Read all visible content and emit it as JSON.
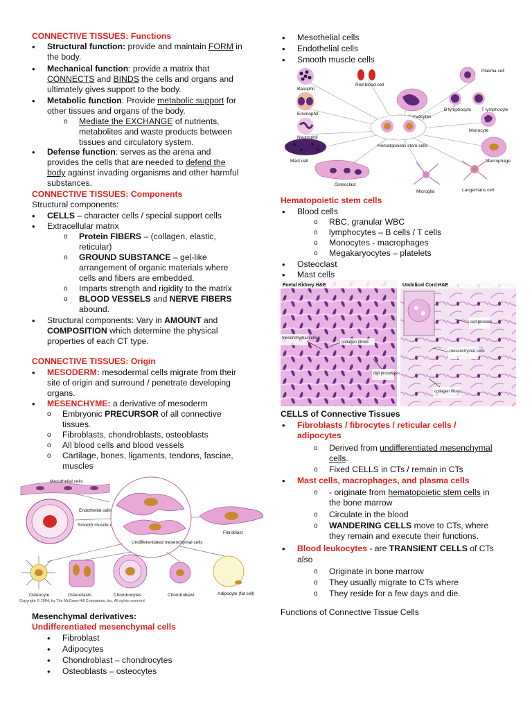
{
  "left": {
    "functions_heading": "CONNECTIVE TISSUES: Functions",
    "f1_term": "Structural function:",
    "f1_a": "provide and maintain",
    "f1_u": "FORM",
    "f1_b": "in",
    "f1_c": "the body.",
    "f2_term": "Mechanical function",
    "f2_a": ": provide a matrix that",
    "f2_u1": "CONNECTS",
    "f2_and": "and",
    "f2_u2": "BINDS",
    "f2_b": "the cells and organs and",
    "f2_c": "ultimately gives support to the body.",
    "f3_term": "Metabolic function",
    "f3_a": ": Provide",
    "f3_u": "metabolic support",
    "f3_b": "for",
    "f3_c": "other tissues and organs of the body.",
    "f3_sub_u1": "Mediate the",
    "f3_sub_u2": "EXCHANGE",
    "f3_sub_a": "of nutrients,",
    "f3_sub_b": "metabolites and waste products between",
    "f3_sub_c": "tissues and circulatory system.",
    "f4_term": "Defense function",
    "f4_a": ": serves as the arena and",
    "f4_b": "provides the cells that are needed to",
    "f4_u1": "defend the",
    "f4_u2": "body",
    "f4_c": "against invading organisms and other harmful",
    "f4_d": "substances.",
    "components_heading": "CONNECTIVE TISSUES: Components",
    "structural_components": "Structural components:",
    "cells_term": "CELLS",
    "cells_rest": "– character cells / special support cells",
    "ecm": "Extracellular matrix",
    "pf_term": "Protein FIBERS",
    "pf_rest": "– (collagen, elastic,",
    "pf_rest2": "reticular)",
    "gs_term": "GROUND SUBSTANCE",
    "gs_rest": "– gel-like",
    "gs_rest2": "arrangement of organic materials where",
    "gs_rest3": "cells and fibers are embedded.",
    "imparts": "Imparts strength and rigidity to the matrix",
    "bv_term": "BLOOD VESSELS",
    "bv_and": "and",
    "nf_term": "NERVE FIBERS",
    "bv_rest": "abound.",
    "sc_a": "Structural components: Vary in",
    "sc_amount": "AMOUNT",
    "sc_and": "and",
    "sc_comp": "COMPOSITION",
    "sc_b": "which determine the physical",
    "sc_c": "properties of each CT type.",
    "origin_heading": "CONNECTIVE TISSUES: Origin",
    "meso_term": "MESODERM:",
    "meso_a": "mesodermal cells migrate from their",
    "meso_b": "site of origin and surround / penetrate developing",
    "meso_c": "organs.",
    "mesen_term": "MESENCHYME:",
    "mesen_a": "a derivative of mesoderm",
    "emb_a": "Embryonic",
    "emb_term": "PRECURSOR",
    "emb_b": "of all connective",
    "emb_c": "tissues.",
    "fcob": "Fibroblasts, chondroblasts, osteoblasts",
    "abc": "All blood cells and blood vessels",
    "cart_a": "Cartilage, bones, ligaments, tendons, fasciae,",
    "cart_b": "muscles",
    "mesen_derivatives": "Mesenchymal derivatives:",
    "undiff_heading": "Undifferentiated mesenchymal cells",
    "derivs": [
      "Fibroblast",
      "Adipocytes",
      "Chondroblast – chondrocytes",
      "Osteoblasts – osteocytes"
    ]
  },
  "figure1": {
    "labels": {
      "mesothelial": "Mesothelial cells",
      "endothelial": "Endothelial cells",
      "smooth": "Smooth muscle cells",
      "undiff": "Undifferentiated mesenchymal cells",
      "fibroblast": "Fibroblast",
      "osteocyte": "Osteocyte",
      "osteoclasts": "Osteoclasts",
      "chondrocytes": "Chondrocytes",
      "chondroblast": "Chondroblast",
      "adipocyte": "Adipocyte (fat cell)",
      "copyright": "Copyright © 2004, by The McGraw-Hill Companies, Inc. All rights reserved."
    }
  },
  "right": {
    "top_bullets": [
      "Mesothelial cells",
      "Endothelial cells",
      "Smooth muscle cells"
    ],
    "hsc_heading": "Hematopoietic stem cells",
    "blood_cells": "Blood cells",
    "blood_sub": [
      "RBC, granular WBC",
      "lymphocytes – B cells / T cells",
      "Monocytes - macrophages",
      "Megakaryocytes – platelets"
    ],
    "osteoclast": "Osteoclast",
    "mast_cells": "Mast cells",
    "cells_ct_heading": "CELLS of Connective Tissues",
    "fib_heading_a": "Fibroblasts / fibrocytes / reticular cells /",
    "fib_heading_b": "adipocytes",
    "derived_a": "Derived from",
    "derived_u": "undifferentiated mesenchymal",
    "derived_u2": "cells",
    "fixed": "Fixed CELLS in CTs / remain in CTs",
    "mast_heading": "Mast cells, macrophages, and plasma cells",
    "orig_a": "- originate from",
    "orig_u": "hematopoietic stem cells",
    "orig_b": "in",
    "orig_c": "the bone marrow",
    "circ": "Circulate in the blood",
    "wander_term": "WANDERING CELLS",
    "wander_a": "move to CTs, where",
    "wander_b": "they remain and execute their functions.",
    "leuko_term": "Blood leukocytes",
    "leuko_a": "- are",
    "leuko_trans": "TRANSIENT CELLS",
    "leuko_b": "of CTs",
    "leuko_c": "also",
    "leuko_sub": [
      "Originate in bone marrow",
      "They usually migrate to CTs where",
      "They reside for a few days and die."
    ],
    "functions_caption": "Functions of Connective Tissue Cells"
  },
  "figure2": {
    "labels": {
      "basophil": "Basophil",
      "rbc": "Red blood cell",
      "plasma": "Plasma cell",
      "eosinophil": "Eosinophil",
      "megakaryocytes": "Megakaryocytes",
      "blymph": "B lymphocyte",
      "tlymph": "T lymphocyte",
      "neutrophil": "Neutrophil",
      "hsc": "Hematopoietic stem cells",
      "monocyte": "Monocyte",
      "mast": "Mast cell",
      "macrophage": "Macrophage",
      "osteoclast": "Osteoclast",
      "microglia": "Microglia",
      "langerhans": "Langerhans cell"
    }
  },
  "figure3": {
    "left_title": "Foetal Kidney H&E",
    "right_title": "Umbilical Cord H&E",
    "labels": {
      "mesenchymal": "mesenchymal cells",
      "collagen": "collagen fibres",
      "process": "cell processes",
      "cell_process_r": "cell process",
      "mesenchymal_r": "mesenchymal cells",
      "collagen_r": "collagen fibres"
    }
  },
  "colors": {
    "heading_red": "#e0201a",
    "text": "#111111",
    "tissue_pink": "#e7a9df",
    "nucleus_purple": "#6b2b86"
  }
}
